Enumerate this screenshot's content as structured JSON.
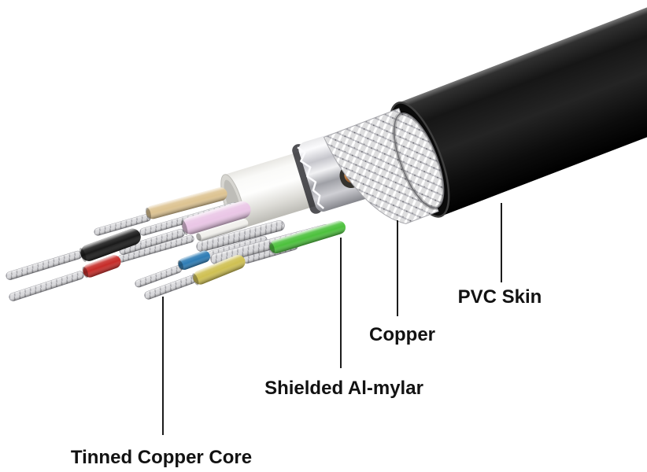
{
  "diagram": {
    "subject": "Shielded cable cutaway construction illustration",
    "background_color": "#ffffff",
    "label_text_color": "#121212",
    "leader_line_color": "#1c1c1c",
    "labels": {
      "tinned_copper_core": "Tinned Copper Core",
      "shielded_al_mylar": "Shielded Al-mylar",
      "copper": "Copper",
      "pvc_skin": "PVC Skin"
    },
    "layers": [
      {
        "name": "pvc-skin-jacket",
        "color": "#111111"
      },
      {
        "name": "copper-braid-shield",
        "color": "#dededf"
      },
      {
        "name": "al-mylar-foil",
        "color": "#c9c9cf"
      },
      {
        "name": "inner-jacket",
        "color": "#eceae6"
      },
      {
        "name": "tinned-copper-strands",
        "color": "#d8d8db"
      },
      {
        "name": "copper-drain-wire",
        "color": "#b5784a"
      }
    ],
    "wires": [
      {
        "name": "black",
        "color": "#1a1a1a"
      },
      {
        "name": "red",
        "color": "#c62b28"
      },
      {
        "name": "tan",
        "color": "#ddc391"
      },
      {
        "name": "pink",
        "color": "#eac6e6"
      },
      {
        "name": "white",
        "color": "#f1f0ec"
      },
      {
        "name": "blue",
        "color": "#2d7cb5"
      },
      {
        "name": "yellow",
        "color": "#cfc052"
      },
      {
        "name": "green",
        "color": "#4cc13c"
      }
    ]
  }
}
